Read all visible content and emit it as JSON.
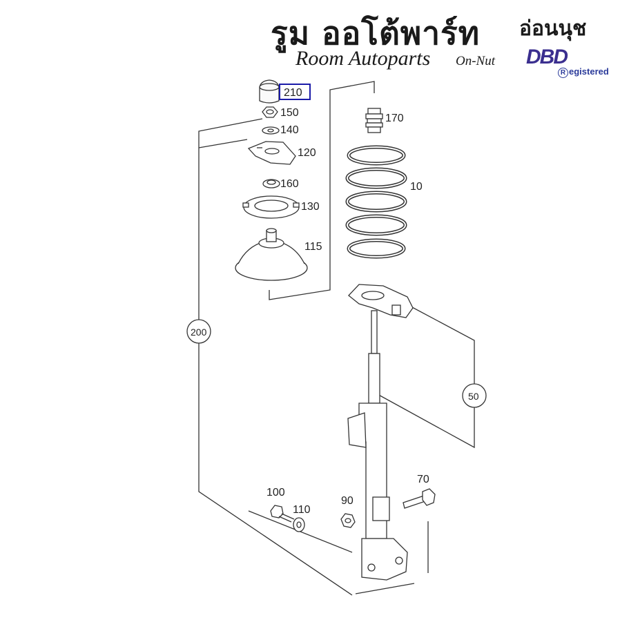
{
  "header": {
    "title_th": "รูม ออโต้พาร์ท",
    "branch_th": "อ่อนนุช",
    "title_en": "Room Autoparts",
    "branch_en": "On-Nut",
    "badge": "DBD",
    "badge_sub": "egistered",
    "badge_sub_mark": "R"
  },
  "callouts": {
    "p210": "210",
    "p150": "150",
    "p140": "140",
    "p120": "120",
    "p160": "160",
    "p130": "130",
    "p115": "115",
    "p170": "170",
    "p10": "10",
    "p200": "200",
    "p50": "50",
    "p100": "100",
    "p110": "110",
    "p90": "90",
    "p70": "70"
  },
  "colors": {
    "line": "#333333",
    "highlight": "#1a1aa8",
    "brand": "#3b2f8f"
  }
}
